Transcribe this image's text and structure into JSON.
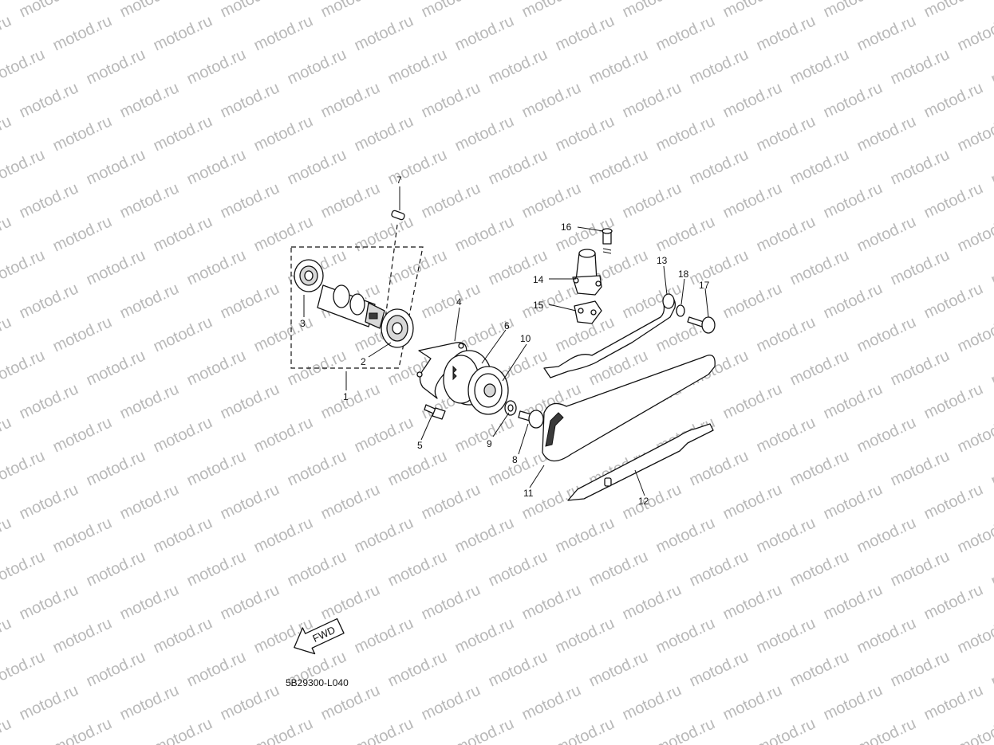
{
  "watermark": {
    "text": "motod.ru"
  },
  "diagram_code": "5B29300-L040",
  "fwd_arrow": {
    "label": "FWD"
  },
  "callouts": {
    "c1": "1",
    "c2": "2",
    "c3": "3",
    "c4": "4",
    "c5": "5",
    "c6": "6",
    "c7": "7",
    "c8": "8",
    "c9": "9",
    "c10": "10",
    "c11": "11",
    "c12": "12",
    "c13": "13",
    "c14": "14",
    "c15": "15",
    "c16": "16",
    "c17": "17",
    "c18": "18"
  }
}
